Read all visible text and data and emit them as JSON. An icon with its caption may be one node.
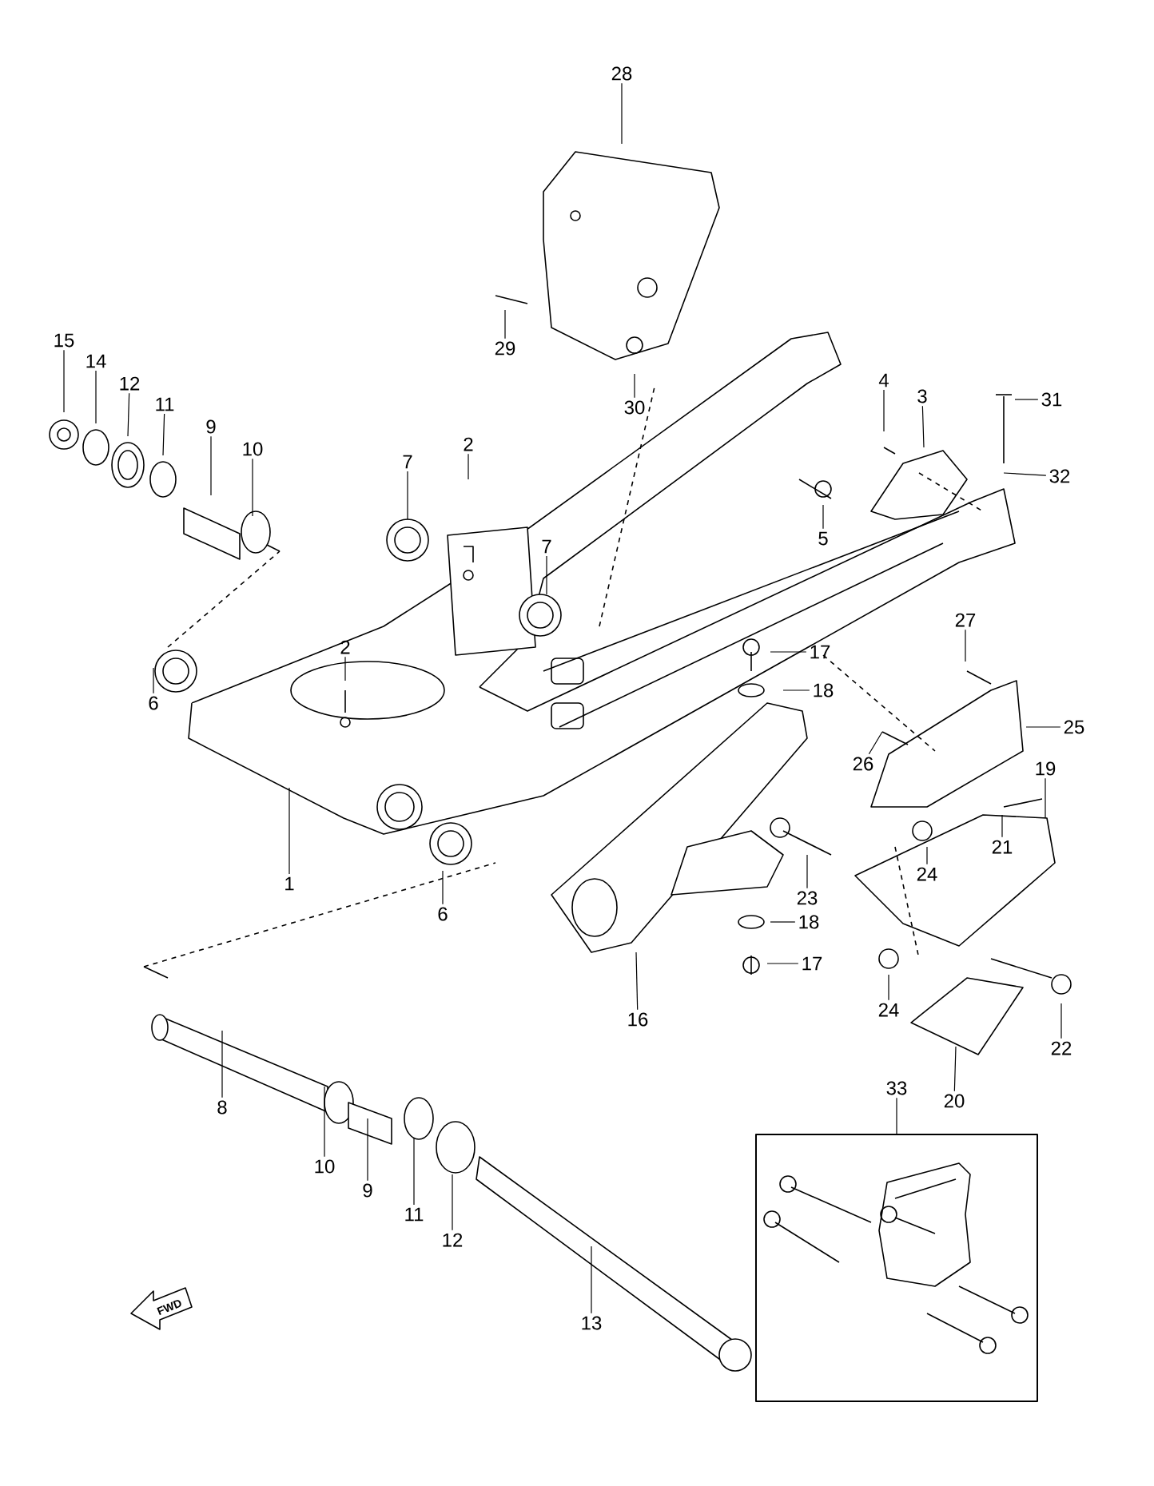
{
  "diagram": {
    "nodes": [
      {
        "text": [
          "28"
        ]
      },
      {
        "text": [
          "29"
        ]
      },
      {
        "text": [
          "30"
        ]
      },
      {
        "text": [
          "15"
        ]
      },
      {
        "text": [
          "14"
        ]
      },
      {
        "text": [
          "12"
        ]
      },
      {
        "text": [
          "11"
        ]
      },
      {
        "text": [
          "9"
        ]
      },
      {
        "text": [
          "10"
        ]
      },
      {
        "text": [
          "7"
        ]
      },
      {
        "text": [
          "2"
        ]
      },
      {
        "text": [
          "7"
        ]
      },
      {
        "text": [
          "2"
        ]
      },
      {
        "text": [
          "6"
        ]
      },
      {
        "text": [
          "1"
        ]
      },
      {
        "text": [
          "6"
        ]
      },
      {
        "text": [
          "4"
        ]
      },
      {
        "text": [
          "3"
        ]
      },
      {
        "text": [
          "31"
        ]
      },
      {
        "text": [
          "32"
        ]
      },
      {
        "text": [
          "5"
        ]
      },
      {
        "text": [
          "27"
        ]
      },
      {
        "text": [
          "17"
        ]
      },
      {
        "text": [
          "18"
        ]
      },
      {
        "text": [
          "25"
        ]
      },
      {
        "text": [
          "26"
        ]
      },
      {
        "text": [
          "19"
        ]
      },
      {
        "text": [
          "21"
        ]
      },
      {
        "text": [
          "24"
        ]
      },
      {
        "text": [
          "23"
        ]
      },
      {
        "text": [
          "18"
        ]
      },
      {
        "text": [
          "17"
        ]
      },
      {
        "text": [
          "24"
        ]
      },
      {
        "text": [
          "22"
        ]
      },
      {
        "text": [
          "16"
        ]
      },
      {
        "text": [
          "20"
        ]
      },
      {
        "text": [
          "33"
        ]
      },
      {
        "text": [],
        "shape": "box"
      },
      {
        "text": [
          "8"
        ]
      },
      {
        "text": [
          "10"
        ]
      },
      {
        "text": [
          "9"
        ]
      },
      {
        "text": [
          "11"
        ]
      },
      {
        "text": [
          "12"
        ]
      },
      {
        "text": [
          "13"
        ]
      }
    ],
    "edges": [
      {
        "from": 0,
        "to": null,
        "arrow": "none"
      },
      {
        "from": 1,
        "to": null,
        "arrow": "none"
      },
      {
        "from": 2,
        "to": null,
        "arrow": "none"
      },
      {
        "from": 3,
        "to": null,
        "arrow": "none"
      },
      {
        "from": 4,
        "to": null,
        "arrow": "none"
      },
      {
        "from": 5,
        "to": null,
        "arrow": "none"
      },
      {
        "from": 6,
        "to": null,
        "arrow": "none"
      },
      {
        "from": 7,
        "to": null,
        "arrow": "none"
      },
      {
        "from": 8,
        "to": null,
        "arrow": "none"
      },
      {
        "from": 9,
        "to": null,
        "arrow": "none"
      },
      {
        "from": 10,
        "to": null,
        "arrow": "none"
      },
      {
        "from": 11,
        "to": null,
        "arrow": "none"
      },
      {
        "from": 12,
        "to": null,
        "arrow": "none"
      },
      {
        "from": 13,
        "to": null,
        "arrow": "none"
      },
      {
        "from": 14,
        "to": null,
        "arrow": "none"
      },
      {
        "from": 15,
        "to": null,
        "arrow": "none"
      },
      {
        "from": 16,
        "to": null,
        "arrow": "none"
      },
      {
        "from": 17,
        "to": null,
        "arrow": "none"
      },
      {
        "from": 18,
        "to": null,
        "arrow": "none"
      },
      {
        "from": 19,
        "to": null,
        "arrow": "none"
      },
      {
        "from": 20,
        "to": null,
        "arrow": "none"
      },
      {
        "from": 21,
        "to": null,
        "arrow": "none"
      },
      {
        "from": 22,
        "to": null,
        "arrow": "none"
      },
      {
        "from": 23,
        "to": null,
        "arrow": "none"
      },
      {
        "from": 24,
        "to": null,
        "arrow": "none"
      },
      {
        "from": 25,
        "to": null,
        "arrow": "none"
      },
      {
        "from": 26,
        "to": null,
        "arrow": "none"
      },
      {
        "from": 27,
        "to": null,
        "arrow": "none"
      },
      {
        "from": 28,
        "to": null,
        "arrow": "none"
      },
      {
        "from": 29,
        "to": null,
        "arrow": "none"
      },
      {
        "from": 30,
        "to": null,
        "arrow": "none"
      },
      {
        "from": 31,
        "to": null,
        "arrow": "none"
      },
      {
        "from": 32,
        "to": null,
        "arrow": "none"
      },
      {
        "from": 33,
        "to": null,
        "arrow": "none"
      },
      {
        "from": 34,
        "to": null,
        "arrow": "none"
      },
      {
        "from": 35,
        "to": null,
        "arrow": "none"
      },
      {
        "from": 36,
        "to": 37,
        "arrow": "none"
      },
      {
        "from": 38,
        "to": null,
        "arrow": "none"
      },
      {
        "from": 39,
        "to": null,
        "arrow": "none"
      },
      {
        "from": 40,
        "to": null,
        "arrow": "none"
      },
      {
        "from": 41,
        "to": null,
        "arrow": "none"
      },
      {
        "from": 42,
        "to": null,
        "arrow": "none"
      },
      {
        "from": 43,
        "to": null,
        "arrow": "none"
      }
    ],
    "labels": [
      "FWD"
    ]
  }
}
